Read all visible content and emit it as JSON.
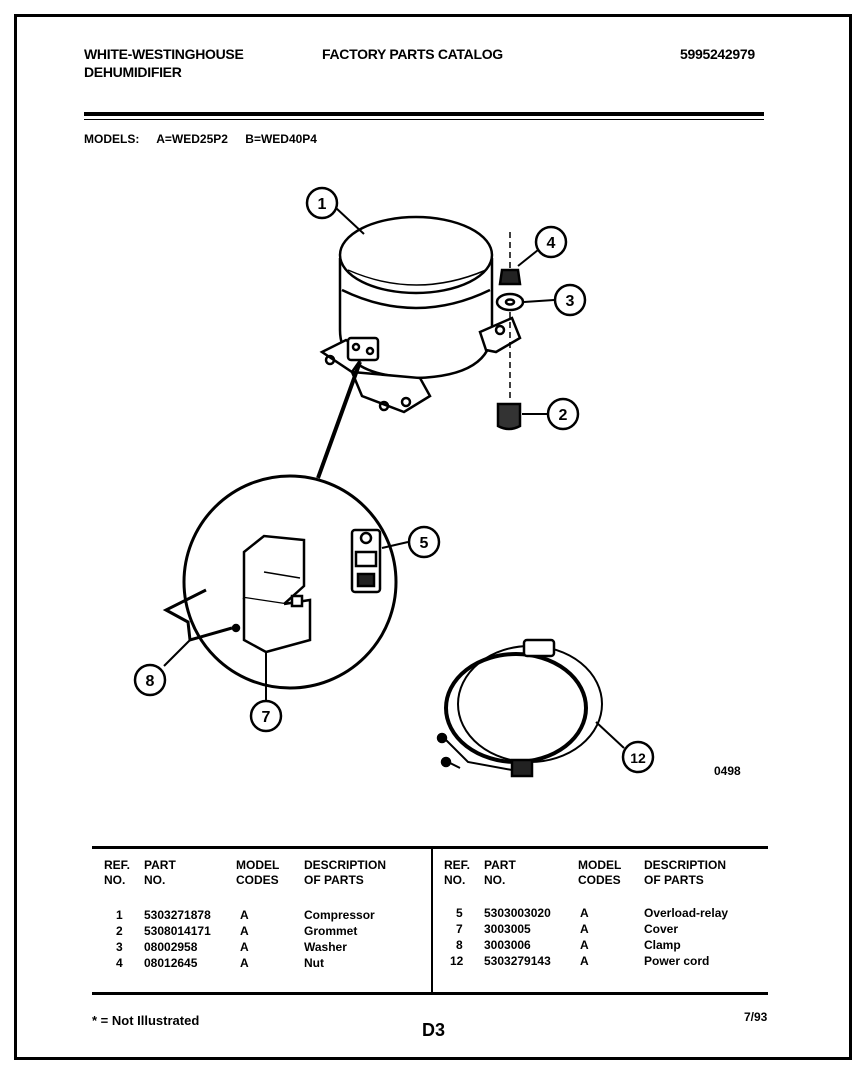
{
  "header": {
    "brand": "WHITE-WESTINGHOUSE",
    "product": "DEHUMIDIFIER",
    "catalog_title": "FACTORY PARTS CATALOG",
    "catalog_number": "5995242979"
  },
  "models": {
    "label": "MODELS:",
    "model_a": "A=WED25P2",
    "model_b": "B=WED40P4"
  },
  "diagram": {
    "callouts": [
      "1",
      "4",
      "3",
      "2",
      "5",
      "8",
      "7",
      "12"
    ],
    "drawing_code": "0498"
  },
  "table": {
    "headers": {
      "ref": [
        "REF.",
        "NO."
      ],
      "part": [
        "PART",
        "NO."
      ],
      "model": [
        "MODEL",
        "CODES"
      ],
      "desc": [
        "DESCRIPTION",
        "OF PARTS"
      ]
    },
    "left_rows": [
      {
        "ref": "1",
        "part": "5303271878",
        "code": "A",
        "desc": "Compressor"
      },
      {
        "ref": "2",
        "part": "5308014171",
        "code": "A",
        "desc": "Grommet"
      },
      {
        "ref": "3",
        "part": "08002958",
        "code": "A",
        "desc": "Washer"
      },
      {
        "ref": "4",
        "part": "08012645",
        "code": "A",
        "desc": "Nut"
      }
    ],
    "right_rows": [
      {
        "ref": "5",
        "part": "5303003020",
        "code": "A",
        "desc": "Overload-relay"
      },
      {
        "ref": "7",
        "part": "3003005",
        "code": "A",
        "desc": "Cover"
      },
      {
        "ref": "8",
        "part": "3003006",
        "code": "A",
        "desc": "Clamp"
      },
      {
        "ref": "12",
        "part": "5303279143",
        "code": "A",
        "desc": "Power cord"
      }
    ]
  },
  "footer": {
    "note": "* = Not Illustrated",
    "page": "D3",
    "date": "7/93"
  }
}
